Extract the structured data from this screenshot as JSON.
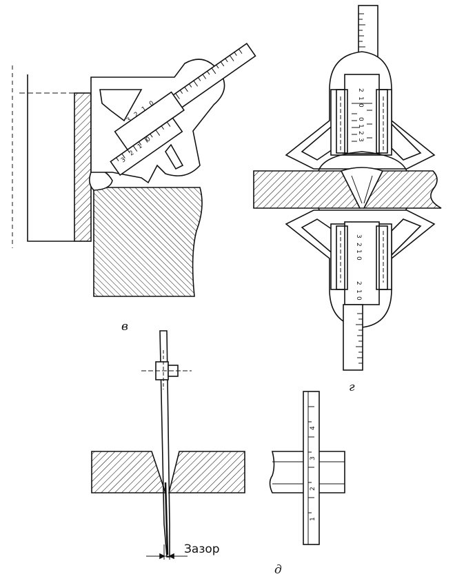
{
  "labels": {
    "fig_v": "в",
    "fig_g": "г",
    "fig_d": "д",
    "gap": "Зазор"
  },
  "scales": {
    "gauge_digits": [
      "3",
      "2",
      "1",
      "0"
    ],
    "ruler_top_digits": [
      "2",
      "1",
      "0"
    ],
    "ruler_d_digits": [
      "4",
      "3",
      "2",
      "1"
    ]
  },
  "colors": {
    "ink": "#111111",
    "paper": "#ffffff"
  }
}
